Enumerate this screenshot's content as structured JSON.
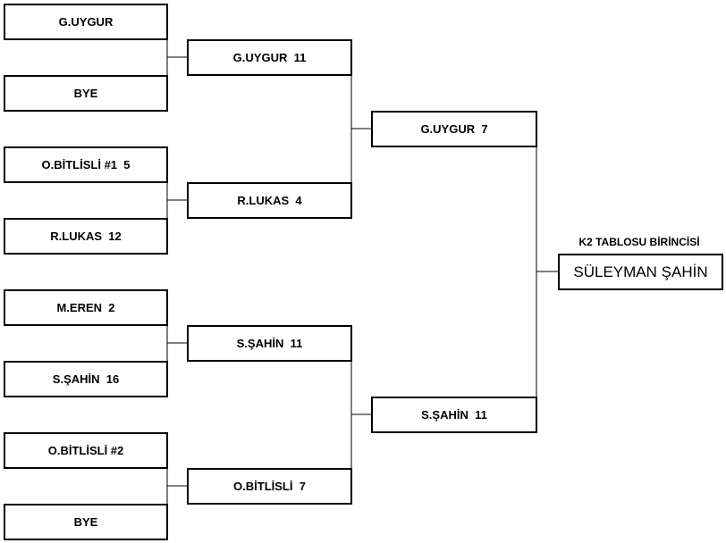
{
  "round1": [
    {
      "label": "G.UYGUR"
    },
    {
      "label": "BYE"
    },
    {
      "label": "O.BİTLİSLİ #1  5"
    },
    {
      "label": "R.LUKAS  12"
    },
    {
      "label": "M.EREN  2"
    },
    {
      "label": "S.ŞAHİN  16"
    },
    {
      "label": "O.BİTLİSLİ #2"
    },
    {
      "label": "BYE"
    }
  ],
  "round2": [
    {
      "label": "G.UYGUR  11"
    },
    {
      "label": "R.LUKAS  4"
    },
    {
      "label": "S.ŞAHİN  11"
    },
    {
      "label": "O.BİTLİSLİ  7"
    }
  ],
  "round3": [
    {
      "label": "G.UYGUR  7"
    },
    {
      "label": "S.ŞAHİN  11"
    }
  ],
  "champion": {
    "title": "K2 TABLOSU BİRİNCİSİ",
    "name": "SÜLEYMAN ŞAHİN"
  }
}
